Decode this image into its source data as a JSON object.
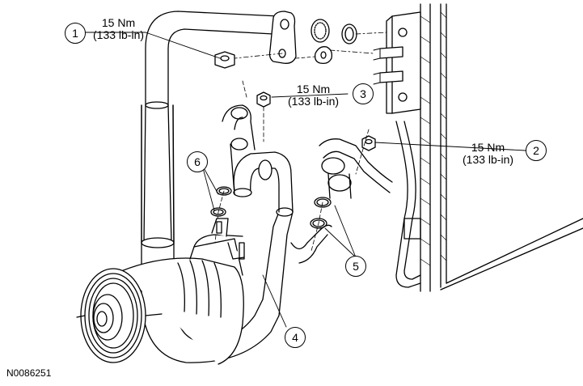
{
  "figure_id": "N0086251",
  "callouts": [
    {
      "number": "1",
      "torque_nm": "15 Nm",
      "torque_lbin": "(133 lb-in)"
    },
    {
      "number": "2",
      "torque_nm": "15 Nm",
      "torque_lbin": "(133 lb-in)"
    },
    {
      "number": "3",
      "torque_nm": "15 Nm",
      "torque_lbin": "(133 lb-in)"
    },
    {
      "number": "4"
    },
    {
      "number": "5"
    },
    {
      "number": "6"
    }
  ]
}
